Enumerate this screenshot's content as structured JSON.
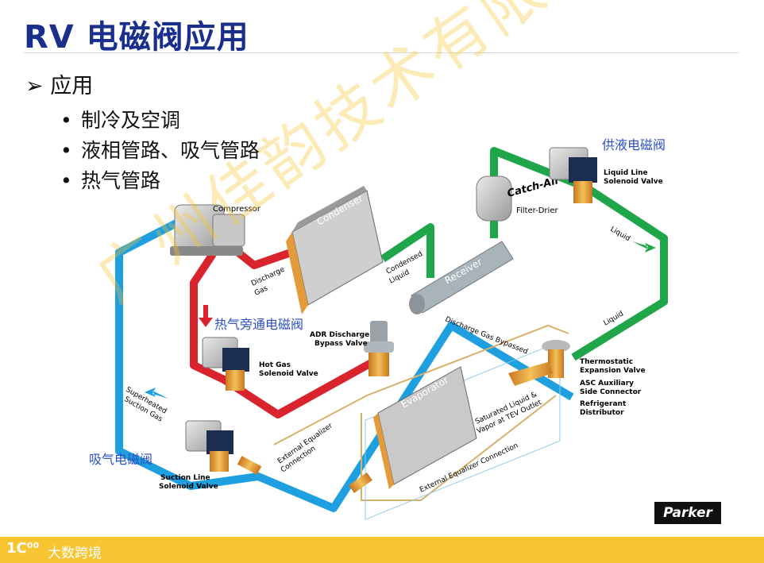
{
  "title": "RV 电磁阀应用",
  "bullets": {
    "main": "应用",
    "main_marker": "➢",
    "sub_marker": "•",
    "items": [
      "制冷及空调",
      "液相管路、吸气管路",
      "热气管路"
    ]
  },
  "diagram": {
    "labels_cn": {
      "liquid_valve": "供液电磁阀",
      "hot_gas_valve": "热气旁通电磁阀",
      "suction_valve": "吸气电磁阀"
    },
    "components": {
      "compressor": "Compressor",
      "condenser": "Condenser",
      "receiver": "Receiver",
      "filter_brand": "Catch-All",
      "filter_drier": "Filter-Drier",
      "liquid_line_valve_1": "Liquid Line",
      "liquid_line_valve_2": "Solenoid Valve",
      "evaporator": "Evaporator",
      "hot_gas_valve_1": "Hot Gas",
      "hot_gas_valve_2": "Solenoid Valve",
      "adr_1": "ADR Discharge",
      "adr_2": "Bypass Valve",
      "suction_valve_1": "Suction Line",
      "suction_valve_2": "Solenoid Valve",
      "tev_1": "Thermostatic",
      "tev_2": "Expansion Valve",
      "asc_1": "ASC Auxiliary",
      "asc_2": "Side Connector",
      "distributor_1": "Refrigerant",
      "distributor_2": "Distributor"
    },
    "line_labels": {
      "discharge_1": "Discharge",
      "discharge_2": "Gas",
      "condensed_1": "Condensed",
      "condensed_2": "Liquid",
      "liquid_top": "Liquid",
      "liquid_right": "Liquid",
      "superheated_1": "Superheated",
      "superheated_2": "Suction Gas",
      "discharge_bypassed": "Discharge Gas Bypassed",
      "saturated_1": "Saturated Liquid &",
      "saturated_2": "Vapor at TEV Outlet",
      "ext_eq_left_1": "External Equalizer",
      "ext_eq_left_2": "Connection",
      "ext_eq_bottom": "External Equalizer Connection"
    },
    "colors": {
      "discharge_line": "#d9232d",
      "liquid_line": "#1fa64a",
      "suction_line": "#1d9fe0",
      "brass": "#e8a13a",
      "title": "#1a2f8c",
      "cn_label": "#2b4fbf"
    }
  },
  "watermark": "广州佳韵技术有限公司",
  "footer": {
    "logo": "1C⁰⁰",
    "text": "大数跨境"
  },
  "brand": "Parker"
}
